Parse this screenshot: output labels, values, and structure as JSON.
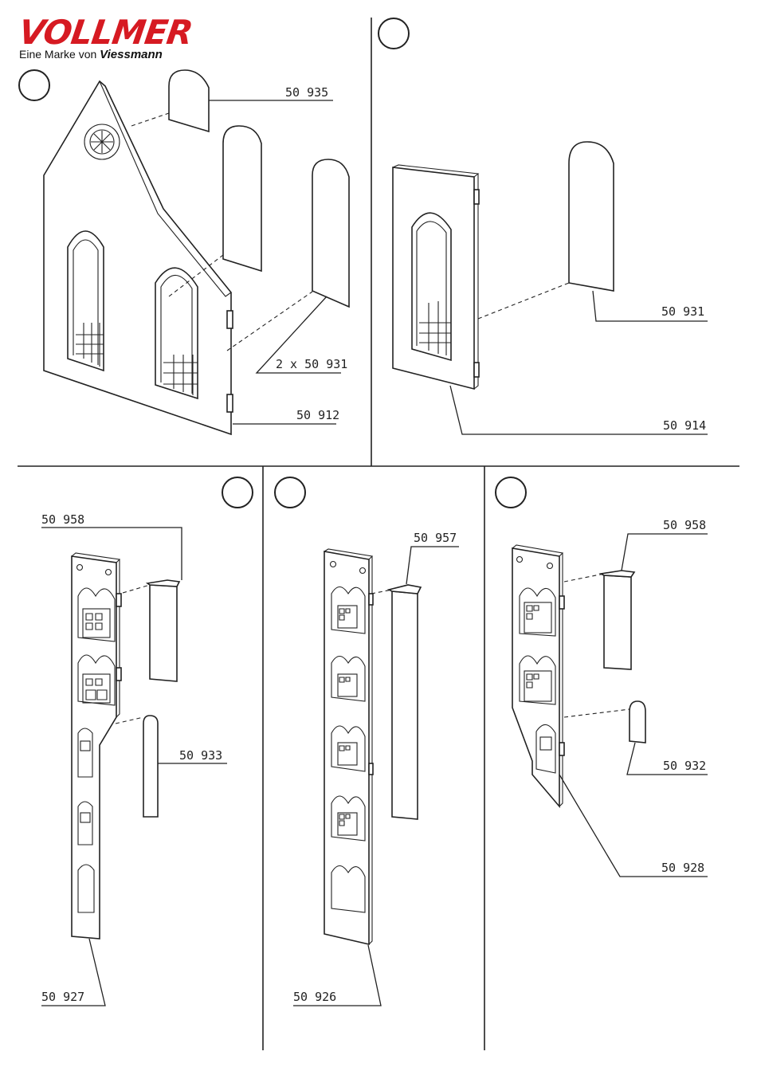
{
  "brand": {
    "logo": "VOLLMER",
    "subtitle": "Eine Marke von",
    "subtitle_brand": "Viessmann"
  },
  "colors": {
    "brand_red": "#d61a22",
    "ink": "#222222"
  },
  "panels": {
    "p1": {
      "labels": [
        "50 935",
        "2 x 50 931",
        "50 912"
      ]
    },
    "p2": {
      "labels": [
        "50 931",
        "50 914"
      ]
    },
    "p3": {
      "labels": [
        "50 958",
        "50 933",
        "50 927"
      ]
    },
    "p4": {
      "labels": [
        "50 957",
        "50 926"
      ]
    },
    "p5": {
      "labels": [
        "50 958",
        "50 932",
        "50 928"
      ]
    }
  }
}
